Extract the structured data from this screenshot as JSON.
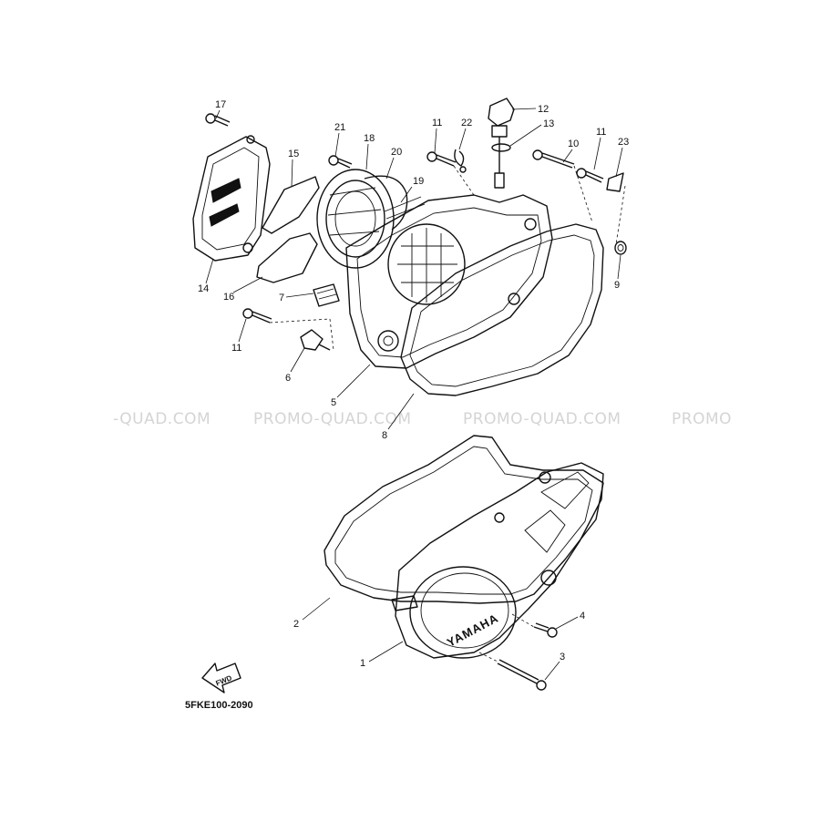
{
  "diagram": {
    "code": "5FKE100-2090",
    "fwd_label": "FWD",
    "brand_text": "YAMAHA",
    "watermarks": [
      "-QUAD.COM",
      "PROMO-QUAD.COM",
      "PROMO-QUAD.COM",
      "PROMO"
    ],
    "callouts": [
      "17",
      "21",
      "18",
      "20",
      "11",
      "22",
      "12",
      "13",
      "10",
      "11",
      "23",
      "15",
      "19",
      "14",
      "16",
      "7",
      "9",
      "11",
      "6",
      "5",
      "8",
      "2",
      "4",
      "1",
      "3"
    ]
  }
}
